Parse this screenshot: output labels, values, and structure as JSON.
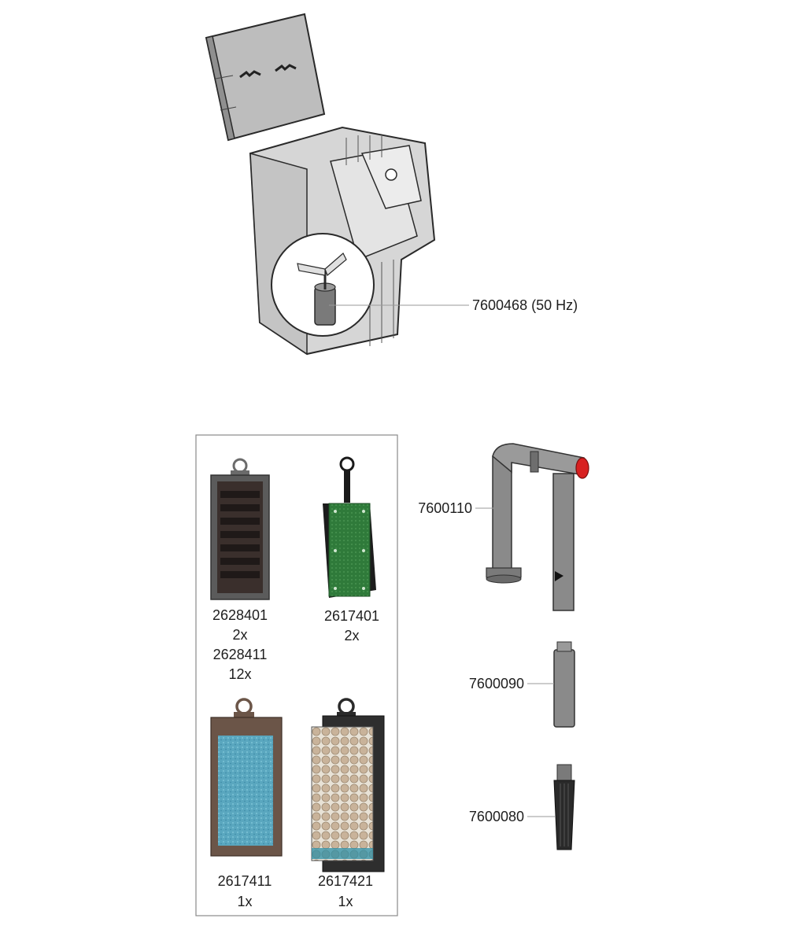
{
  "parts": {
    "impeller": {
      "code": "7600468 (50 Hz)"
    },
    "intake_tube": {
      "code": "7600110"
    },
    "extension_tube": {
      "code": "7600090"
    },
    "strainer": {
      "code": "7600080"
    }
  },
  "cartridges": [
    {
      "code": "2628401",
      "qty": "2x",
      "alt_code": "2628411",
      "alt_qty": "12x"
    },
    {
      "code": "2617401",
      "qty": "2x"
    },
    {
      "code": "2617411",
      "qty": "1x"
    },
    {
      "code": "2617421",
      "qty": "1x"
    }
  ],
  "colors": {
    "housing": "#cfcfcf",
    "carbon": "#3a2f2c",
    "green_pad": "#2f7a3a",
    "blue_sponge": "#5aa7bf",
    "ceramic": "#c9b39a",
    "tube_cap": "#d82020"
  }
}
